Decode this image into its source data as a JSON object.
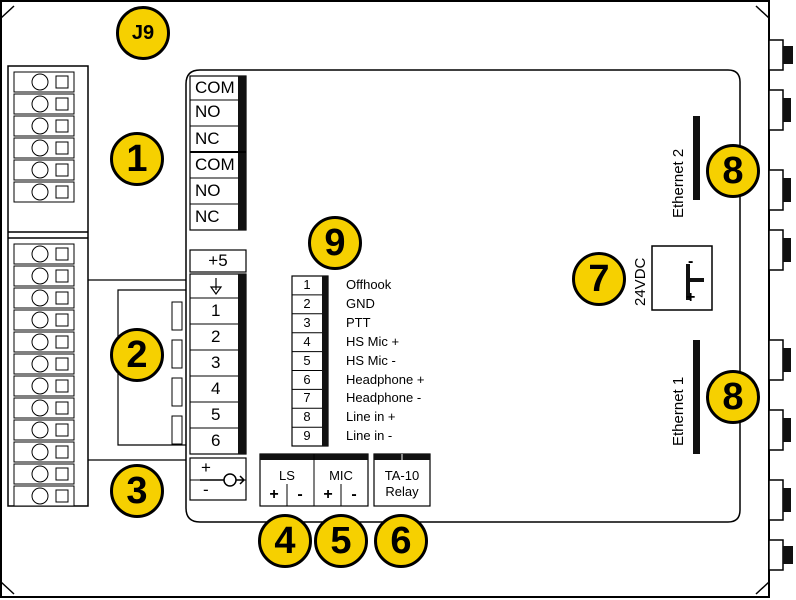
{
  "header": {
    "connector_label": "J9"
  },
  "relay_terminals": [
    "COM",
    "NO",
    "NC",
    "COM",
    "NO",
    "NC"
  ],
  "input_terminals": {
    "supply": "+5",
    "pins": [
      "1",
      "2",
      "3",
      "4",
      "5",
      "6"
    ]
  },
  "power_terminal": {
    "plus": "+",
    "minus": "-"
  },
  "pin_table": {
    "numbers": [
      "1",
      "2",
      "3",
      "4",
      "5",
      "6",
      "7",
      "8",
      "9"
    ],
    "signals": [
      "Offhook",
      "GND",
      "PTT",
      "HS Mic +",
      "HS Mic -",
      "Headphone +",
      "Headphone -",
      "Line in +",
      "Line in -"
    ]
  },
  "bottom_connectors": {
    "ls": {
      "label": "LS",
      "plus": "+",
      "minus": "-"
    },
    "mic": {
      "label": "MIC",
      "plus": "+",
      "minus": "-"
    },
    "relay": {
      "line1": "TA-10",
      "line2": "Relay"
    }
  },
  "power_jack": {
    "label": "24VDC",
    "minus": "-",
    "plus": "+"
  },
  "ethernet": {
    "port2": "Ethernet 2",
    "port1": "Ethernet 1"
  },
  "callouts": [
    "1",
    "2",
    "3",
    "4",
    "5",
    "6",
    "7",
    "8",
    "8",
    "9"
  ]
}
